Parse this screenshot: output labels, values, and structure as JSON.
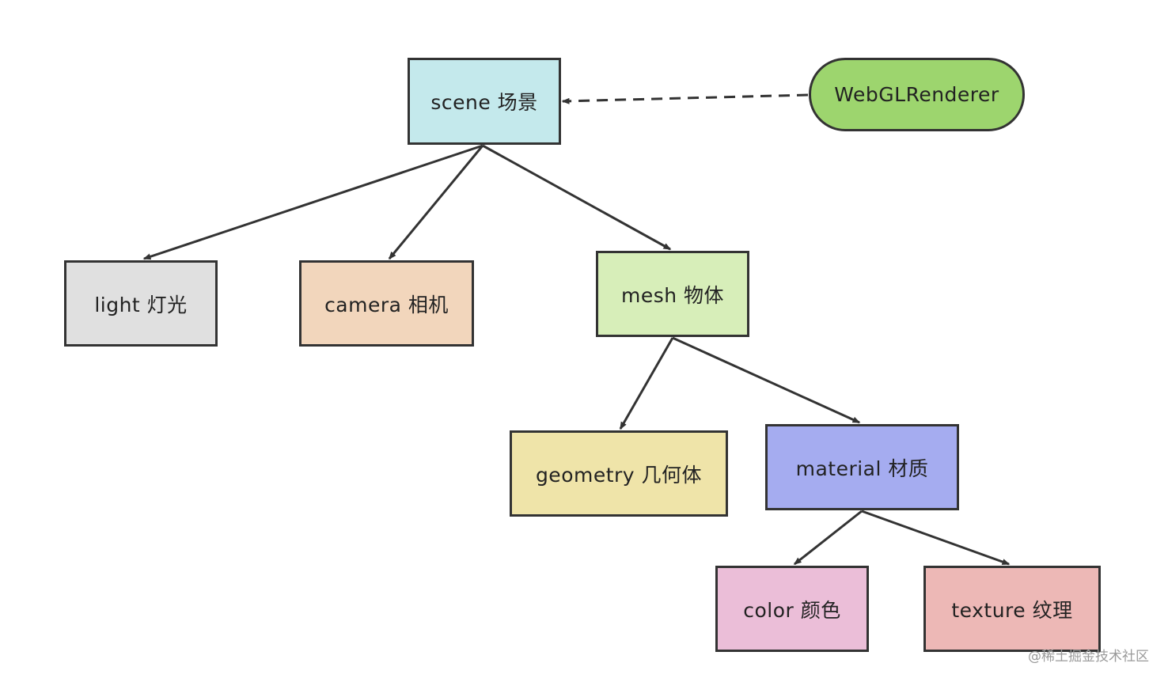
{
  "nodes": {
    "scene": {
      "label": "scene 场景",
      "color": "#c4e9ec"
    },
    "renderer": {
      "label": "WebGLRenderer",
      "color": "#9dd56e"
    },
    "light": {
      "label": "light 灯光",
      "color": "#e0e0e0"
    },
    "camera": {
      "label": "camera 相机",
      "color": "#f2d6bc"
    },
    "mesh": {
      "label": "mesh 物体",
      "color": "#d7eeb9"
    },
    "geometry": {
      "label": "geometry 几何体",
      "color": "#efe4a9"
    },
    "material": {
      "label": "material 材质",
      "color": "#a5acf0"
    },
    "color": {
      "label": "color 颜色",
      "color": "#ebbed8"
    },
    "texture": {
      "label": "texture 纹理",
      "color": "#edb8b6"
    }
  },
  "edges": [
    {
      "from": "scene",
      "to": "light",
      "style": "solid"
    },
    {
      "from": "scene",
      "to": "camera",
      "style": "solid"
    },
    {
      "from": "scene",
      "to": "mesh",
      "style": "solid"
    },
    {
      "from": "mesh",
      "to": "geometry",
      "style": "solid"
    },
    {
      "from": "mesh",
      "to": "material",
      "style": "solid"
    },
    {
      "from": "material",
      "to": "color",
      "style": "solid"
    },
    {
      "from": "material",
      "to": "texture",
      "style": "solid"
    },
    {
      "from": "renderer",
      "to": "scene",
      "style": "dashed"
    }
  ],
  "watermark": "@稀土掘金技术社区",
  "line_color": "#333333"
}
